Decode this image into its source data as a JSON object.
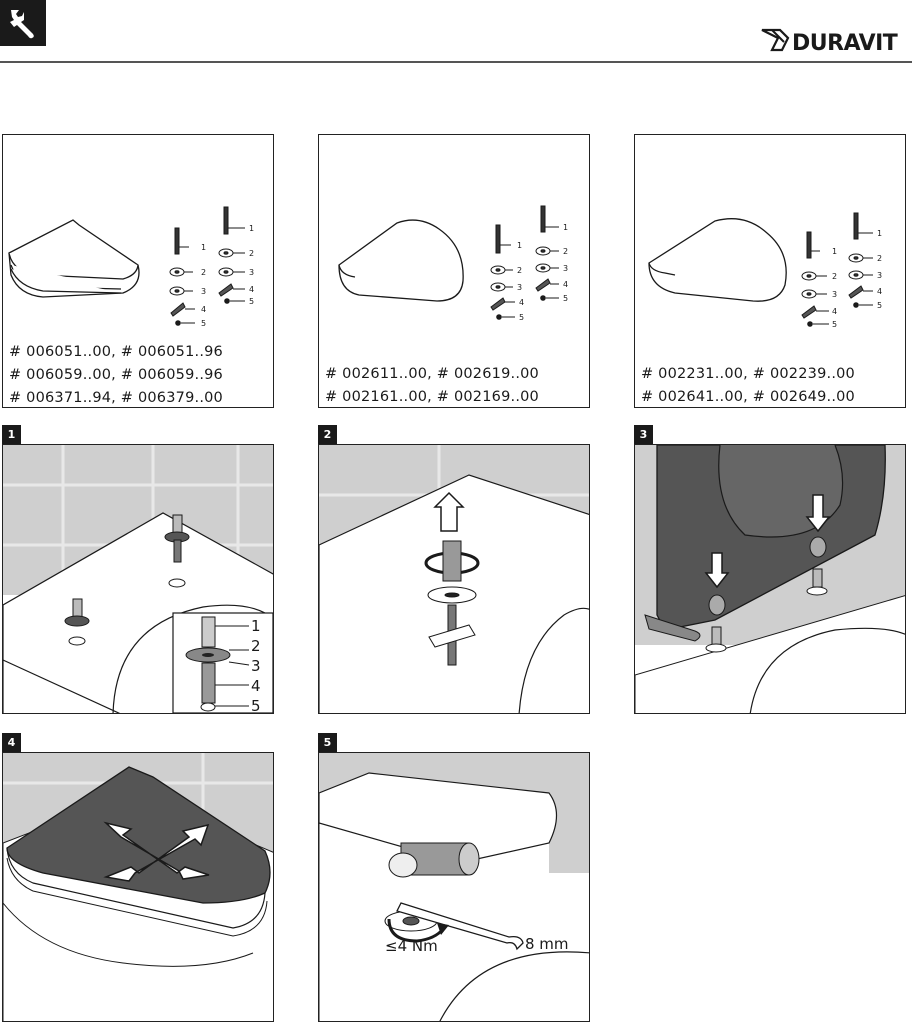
{
  "header": {
    "icon": "wrench-icon",
    "brand": "DURAVIT",
    "rule_color": "#555555"
  },
  "product_panels": [
    {
      "codes": [
        "# 006051..00, # 006051..96",
        "# 006059..00, # 006059..96",
        "# 006371..94, # 006379..00"
      ],
      "part_numbers": [
        "1",
        "2",
        "3",
        "4",
        "5"
      ]
    },
    {
      "codes": [
        "# 002611..00, # 002619..00",
        "# 002161..00, # 002169..00"
      ],
      "part_numbers": [
        "1",
        "2",
        "3",
        "4",
        "5"
      ]
    },
    {
      "codes": [
        "# 002231..00, # 002239..00",
        "# 002641..00, # 002649..00"
      ],
      "part_numbers": [
        "1",
        "2",
        "3",
        "4",
        "5"
      ]
    }
  ],
  "steps": [
    {
      "number": "1",
      "inset_labels": [
        "1",
        "2",
        "3",
        "4",
        "5"
      ]
    },
    {
      "number": "2"
    },
    {
      "number": "3"
    },
    {
      "number": "4"
    },
    {
      "number": "5",
      "torque": "≤4 Nm",
      "wrench_size": "8 mm"
    }
  ]
}
